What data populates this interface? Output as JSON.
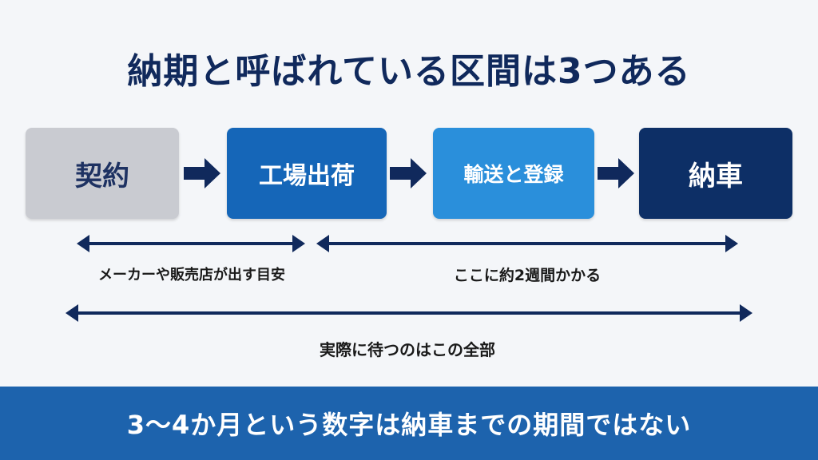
{
  "title": "納期と呼ばれている区間は3つある",
  "steps": [
    {
      "label": "契約",
      "color": "#c9cbd1"
    },
    {
      "label": "工場出荷",
      "color": "#1566b8"
    },
    {
      "label": "輸送と登録",
      "color": "#2a8fdb"
    },
    {
      "label": "納車",
      "color": "#0d2f66"
    }
  ],
  "spans": [
    {
      "label": "メーカーや販売店が出す目安",
      "from_step": "契約",
      "to_step": "工場出荷"
    },
    {
      "label": "ここに約2週間かかる",
      "from_step": "工場出荷",
      "to_step": "納車"
    },
    {
      "label": "実際に待つのはこの全部",
      "from_step": "契約",
      "to_step": "納車"
    }
  ],
  "banner": {
    "text": "3〜4か月という数字は納車までの期間ではない",
    "color": "#1d63ad"
  },
  "colors": {
    "title": "#10295c",
    "arrow": "#10295c",
    "background": "#f4f6f9"
  }
}
